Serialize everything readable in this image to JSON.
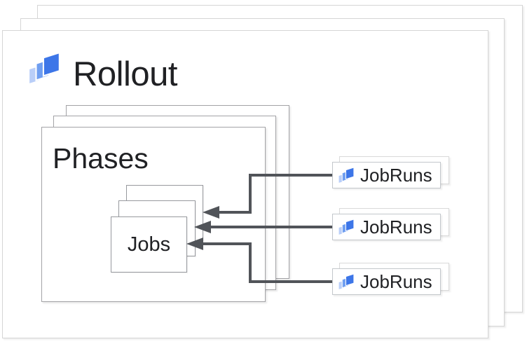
{
  "diagram": {
    "rollout": {
      "label": "Rollout"
    },
    "phases": {
      "label": "Phases"
    },
    "jobs": {
      "label": "Jobs"
    },
    "jobruns": [
      {
        "label": "JobRuns"
      },
      {
        "label": "JobRuns"
      },
      {
        "label": "JobRuns"
      }
    ],
    "icon": {
      "name": "cloud-deploy-icon",
      "colors": {
        "dark": "#3D76E8",
        "medium": "#6F9EF0",
        "light": "#B9CEF8"
      }
    },
    "colors": {
      "arrow": "#515459",
      "text": "#202124",
      "rollout_border": "#d5d5d5",
      "phases_border": "#a3a3a6",
      "jobs_border": "#97999e",
      "jobruns_border": "#c3c7cb",
      "jobruns_back_border": "#d9d9d9",
      "background": "#ffffff"
    }
  }
}
